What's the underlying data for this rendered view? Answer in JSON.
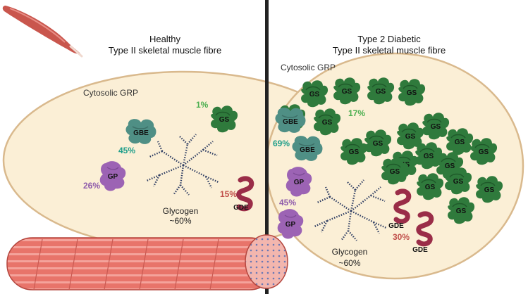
{
  "left": {
    "title_line1": "Healthy",
    "title_line2": "Type II skeletal muscle fibre",
    "region": "Cytosolic GRP",
    "gs_pct": "1%",
    "gbe_pct": "45%",
    "gp_pct": "26%",
    "gde_pct": "15%",
    "glycogen": "Glycogen",
    "glycogen_pct": "~60%"
  },
  "right": {
    "title_line1": "Type 2 Diabetic",
    "title_line2": "Type II skeletal muscle fibre",
    "region": "Cytosolic GRP",
    "gs_pct": "17%",
    "gbe_pct": "69%",
    "gp_pct": "45%",
    "gde_pct": "30%",
    "glycogen": "Glycogen",
    "glycogen_pct": "~60%"
  },
  "enzymes": {
    "gs": "GS",
    "gbe": "GBE",
    "gp": "GP",
    "gde": "GDE"
  },
  "colors": {
    "cell_fill": "#fbefd6",
    "cell_stroke": "#d9b98d",
    "gs": "#2f7a3c",
    "gbe": "#4f8f85",
    "gp": "#9c63b4",
    "gde": "#9a2d48",
    "gs_pct": "#4caf50",
    "gbe_pct": "#1f9e8a",
    "gp_pct": "#8e5bab",
    "gde_pct": "#c1504b",
    "divider": "#222222"
  }
}
